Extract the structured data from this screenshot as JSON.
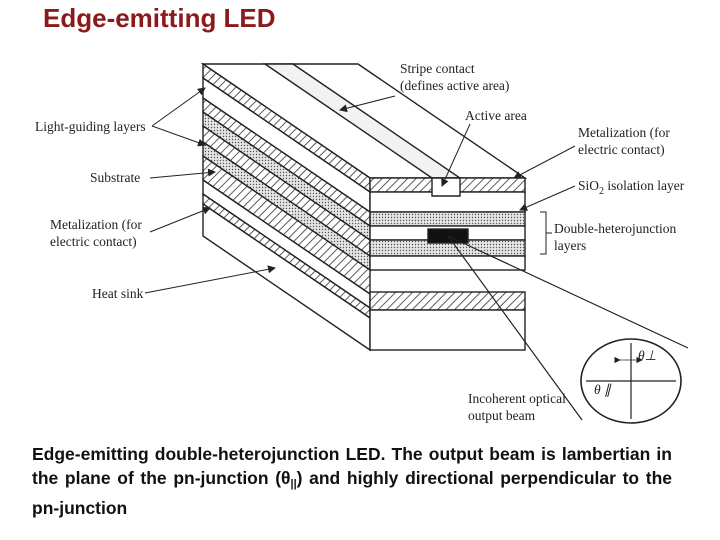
{
  "title": "Edge-emitting LED",
  "labels": {
    "stripe_contact_1": "Stripe contact",
    "stripe_contact_2": "(defines active area)",
    "active_area": "Active area",
    "light_guiding": "Light-guiding layers",
    "substrate": "Substrate",
    "metal_left_1": "Metalization (for",
    "metal_left_2": "electric contact)",
    "heat_sink": "Heat sink",
    "metal_right_1": "Metalization (for",
    "metal_right_2": "electric contact)",
    "sio2_prefix": "SiO",
    "sio2_sub": "2",
    "sio2_suffix": " isolation layer",
    "dh_1": "Double-heterojunction",
    "dh_2": "layers",
    "incoherent_1": "Incoherent optical",
    "incoherent_2": "output beam",
    "theta_perp": "θ⊥",
    "theta_par": "θ ∥"
  },
  "caption": {
    "part1": "Edge-emitting double-heterojunction LED. The output beam is lambertian in the plane of the pn-junction (θ",
    "sub": "||",
    "part2": ") and highly directional perpendicular to the pn-junction"
  },
  "colors": {
    "title": "#8b1a1a",
    "outline": "#222222",
    "active": "#111111"
  }
}
